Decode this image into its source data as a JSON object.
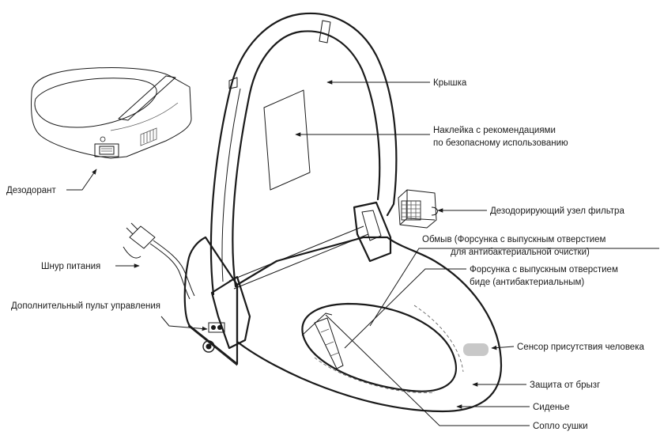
{
  "labels": {
    "lid": "Крышка",
    "sticker_line1": "Наклейка с рекомендациями",
    "sticker_line2": "по безопасному использованию",
    "deodorizer": "Дезодорант",
    "filter": "Дезодорирующий узел фильтра",
    "wash_line1": "Обмыв (Форсунка с выпускным отверстием",
    "wash_line2": "для антибактериальной очистки)",
    "bidet_line1": "Форсунка с выпускным отверстием",
    "bidet_line2": "биде (антибактериальным)",
    "power_cord": "Шнур питания",
    "aux_panel": "Дополнительный пульт управления",
    "sensor": "Сенсор присутствия человека",
    "splash": "Защита от брызг",
    "seat": "Сиденье",
    "dryer": "Сопло сушки"
  },
  "colors": {
    "line": "#1a1a1a",
    "sensor_pad": "#c8c8c8",
    "background": "#ffffff"
  }
}
